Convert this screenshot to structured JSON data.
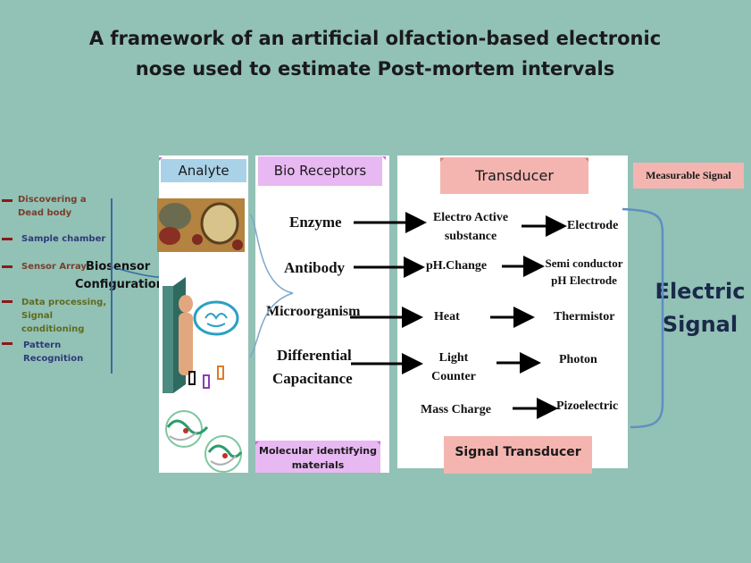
{
  "title": {
    "line1": "A framework of an artificial olfaction-based electronic",
    "line2": "nose used to estimate Post-mortem intervals"
  },
  "side_items": [
    {
      "line1": "Discovering a",
      "line2": "Dead body",
      "color": "#7a3e2a"
    },
    {
      "line1": "Sample chamber",
      "line2": "",
      "color": "#2e3a78"
    },
    {
      "line1": "Sensor Array",
      "line2": "",
      "color": "#7a3e2a"
    },
    {
      "line1": "Data processing,",
      "line2": "Signal conditioning",
      "color": "#5f6b1e"
    },
    {
      "line1": "Pattern Recognition",
      "line2": "",
      "color": "#2e3a78"
    }
  ],
  "biosensor": {
    "line1": "Biosensor",
    "line2": "Configuration"
  },
  "headers": {
    "analyte": "Analyte",
    "bio_receptors": "Bio Receptors",
    "transducer": "Transducer",
    "measurable_signal": "Measurable Signal"
  },
  "receptors": [
    "Enzyme",
    "Antibody",
    "Microorganism",
    "Differential",
    "Capacitance"
  ],
  "transducer_mid": {
    "electro_1": "Electro Active",
    "electro_2": "substance",
    "ph": "pH.Change",
    "heat": "Heat",
    "light_1": "Light",
    "light_2": "Counter",
    "mass": "Mass Charge"
  },
  "transducer_out": {
    "electrode": "Electrode",
    "semi_1": "Semi conductor",
    "semi_2": "pH Electrode",
    "thermistor": "Thermistor",
    "photon": "Photon",
    "piezo": "Pizoelectric"
  },
  "footers": {
    "molecular_1": "Molecular identifying",
    "molecular_2": "materials",
    "signal_transducer": "Signal Transducer"
  },
  "electric_signal": {
    "line1": "Electric",
    "line2": "Signal"
  },
  "colors": {
    "background": "#92c1b6",
    "analyte_header": "#a9d2e8",
    "bio_header": "#e8b8f2",
    "transducer_header": "#f4b5b0",
    "arrow": "#000000",
    "bracket": "#5f8fc2"
  }
}
